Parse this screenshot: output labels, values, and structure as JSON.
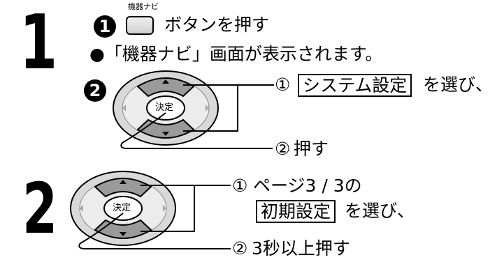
{
  "steps": [
    {
      "number": "1"
    },
    {
      "number": "2"
    }
  ],
  "step1": {
    "sub1": {
      "marker": "1",
      "button_caption": "機器ナビ",
      "action": "ボタンを押す",
      "result": "●「機器ナビ」画面が表示されます。"
    },
    "sub2": {
      "marker": "2",
      "remote_center_label": "決定",
      "callout1_marker": "①",
      "callout1_boxed": "システム設定",
      "callout1_suffix": "を選び、",
      "callout2_marker": "②",
      "callout2_text": "押す"
    }
  },
  "step2": {
    "remote_center_label": "決定",
    "callout1_marker": "①",
    "callout1_text": "ページ3 / 3の",
    "callout1_boxed": "初期設定",
    "callout1_suffix": "を選び、",
    "callout2_marker": "②",
    "callout2_text": "3秒以上押す"
  }
}
